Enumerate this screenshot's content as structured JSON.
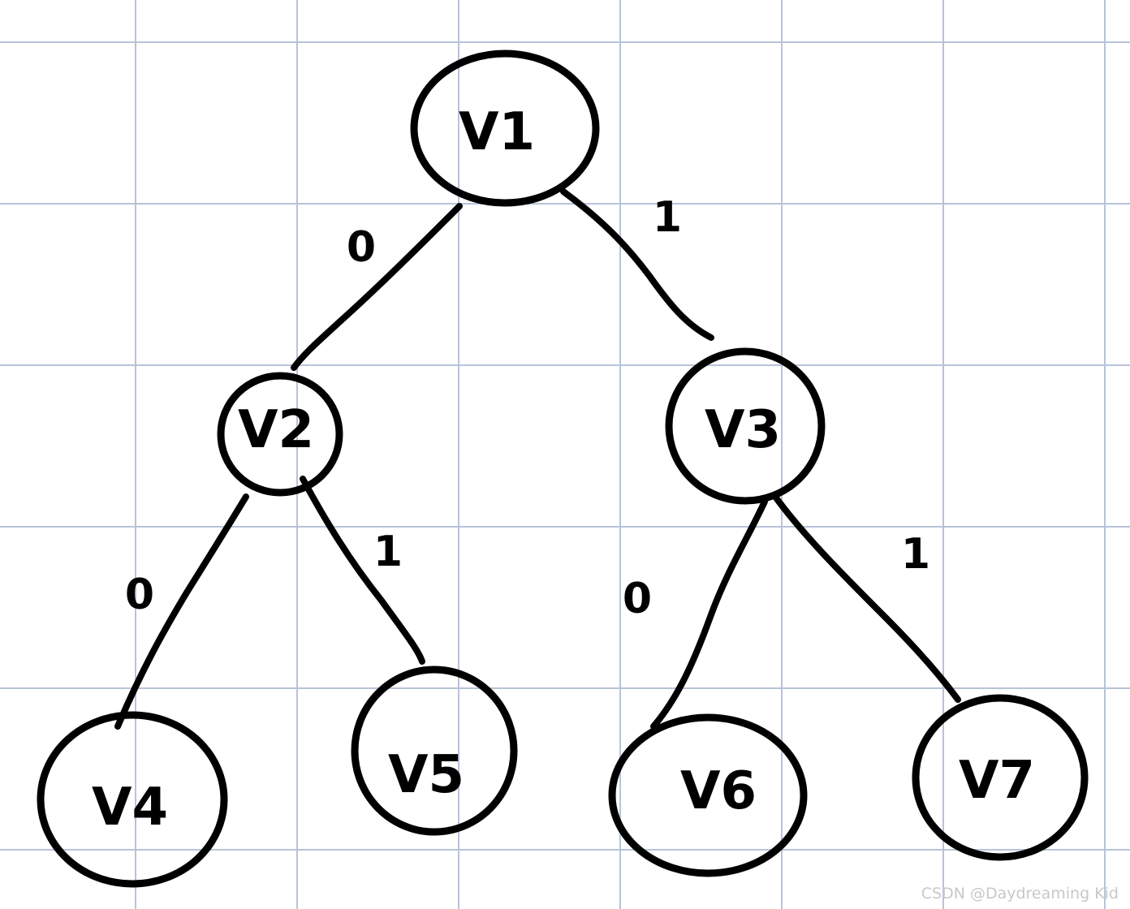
{
  "colors": {
    "background": "#ffffff",
    "grid": "#b7c3d8",
    "ink": "#000000",
    "watermark": "#c8c8c8"
  },
  "nodes": [
    {
      "id": "v1",
      "label": "V1"
    },
    {
      "id": "v2",
      "label": "V2"
    },
    {
      "id": "v3",
      "label": "V3"
    },
    {
      "id": "v4",
      "label": "V4"
    },
    {
      "id": "v5",
      "label": "V5"
    },
    {
      "id": "v6",
      "label": "V6"
    },
    {
      "id": "v7",
      "label": "V7"
    }
  ],
  "edges": [
    {
      "from": "v1",
      "to": "v2",
      "label": "0"
    },
    {
      "from": "v1",
      "to": "v3",
      "label": "1"
    },
    {
      "from": "v2",
      "to": "v4",
      "label": "0"
    },
    {
      "from": "v2",
      "to": "v5",
      "label": "1"
    },
    {
      "from": "v3",
      "to": "v6",
      "label": "0"
    },
    {
      "from": "v3",
      "to": "v7",
      "label": "1"
    }
  ],
  "watermark": "CSDN @Daydreaming Kid"
}
